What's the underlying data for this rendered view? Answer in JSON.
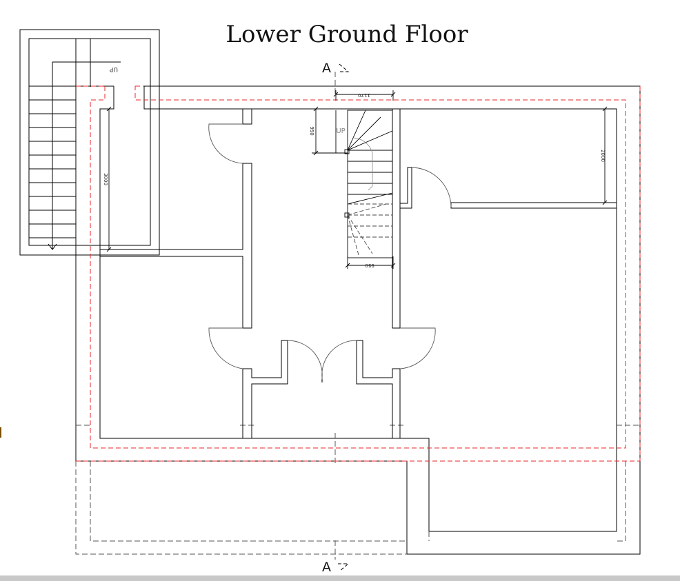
{
  "title": "Lower Ground Floor",
  "section_marks": {
    "top": "A",
    "bottom": "A"
  },
  "stair_labels": {
    "external_up": "UP",
    "internal_up": "UP"
  },
  "dimensions": {
    "stair_width": "1170",
    "stair_start": "950",
    "stair_bottom": "950",
    "left_room": "3000",
    "right_room": "2000"
  },
  "colors": {
    "wall": "#000000",
    "foundation_outline": "#e8262a",
    "hidden_line": "#555555",
    "bottom_bar": "#c8c8c8"
  }
}
